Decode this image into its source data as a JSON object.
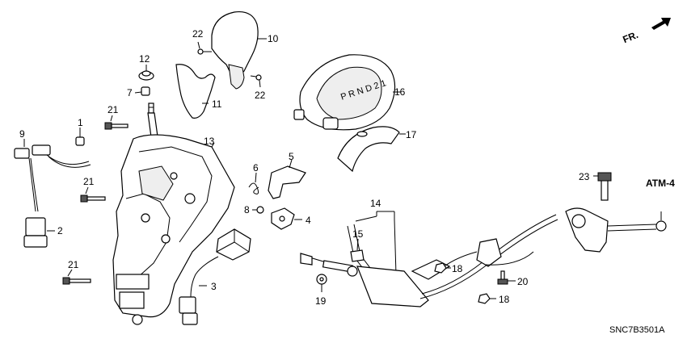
{
  "direction_label": "FR.",
  "reference_label": "ATM-4",
  "diagram_code": "SNC7B3501A",
  "gate_letters": "P R N D 2 1",
  "callouts": {
    "c1": "1",
    "c2": "2",
    "c3": "3",
    "c4": "4",
    "c5": "5",
    "c6": "6",
    "c7": "7",
    "c8": "8",
    "c9": "9",
    "c10": "10",
    "c11": "11",
    "c12": "12",
    "c13": "13",
    "c14": "14",
    "c15": "15",
    "c16": "16",
    "c17": "17",
    "c18a": "18",
    "c18b": "18",
    "c19": "19",
    "c20": "20",
    "c21a": "21",
    "c21b": "21",
    "c21c": "21",
    "c22a": "22",
    "c22b": "22",
    "c23": "23"
  }
}
